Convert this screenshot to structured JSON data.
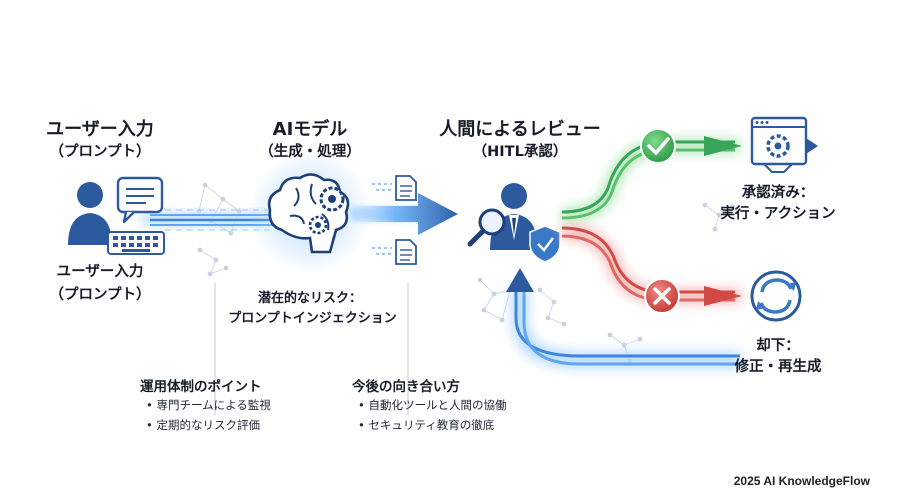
{
  "stages": {
    "input": {
      "title": "ユーザー入力",
      "subtitle": "（プロンプト）",
      "label_line1": "ユーザー入力",
      "label_line2": "（プロンプト）"
    },
    "model": {
      "title": "AIモデル",
      "subtitle": "（生成・処理）"
    },
    "review": {
      "title": "人間によるレビュー",
      "subtitle": "（HITL承認）"
    },
    "approved": {
      "line1": "承認済み：",
      "line2": "実行・アクション"
    },
    "rejected": {
      "line1": "却下：",
      "line2": "修正・再生成"
    }
  },
  "risk": {
    "line1": "潜在的なリスク：",
    "line2": "プロンプトインジェクション"
  },
  "operations": {
    "title": "運用体制のポイント",
    "items": [
      "専門チームによる監視",
      "定期的なリスク評価"
    ]
  },
  "future": {
    "title": "今後の向き合い方",
    "items": [
      "自動化ツールと人間の協働",
      "セキュリティ教育の徹底"
    ]
  },
  "footer": "2025 AI KnowledgeFlow",
  "colors": {
    "primary": "#2d5a9e",
    "approve": "#3aa45a",
    "reject": "#d24a45",
    "glow": "#8fc3ff"
  },
  "icons": [
    "user-icon",
    "chat-bubble-icon",
    "keyboard-icon",
    "brain-icon",
    "gear-icon",
    "document-icon",
    "reviewer-icon",
    "magnifier-icon",
    "shield-check-icon",
    "check-icon",
    "close-icon",
    "settings-window-icon",
    "refresh-icon"
  ]
}
